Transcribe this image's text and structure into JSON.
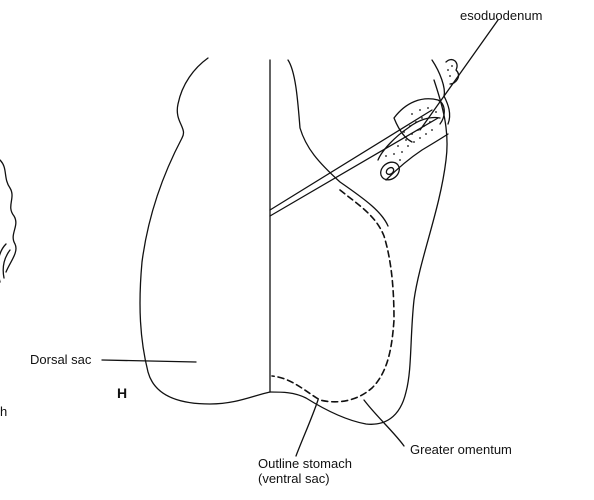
{
  "figure": {
    "panel_letter": "H",
    "labels": {
      "mesoduodenum": "esoduodenum",
      "dorsal_sac": "Dorsal sac",
      "greater_omentum": "Greater omentum",
      "outline_stomach_line1": "Outline stomach",
      "outline_stomach_line2": "(ventral sac)",
      "left_edge_fragment": "h"
    },
    "colors": {
      "ink": "#111111",
      "background": "#ffffff"
    }
  }
}
